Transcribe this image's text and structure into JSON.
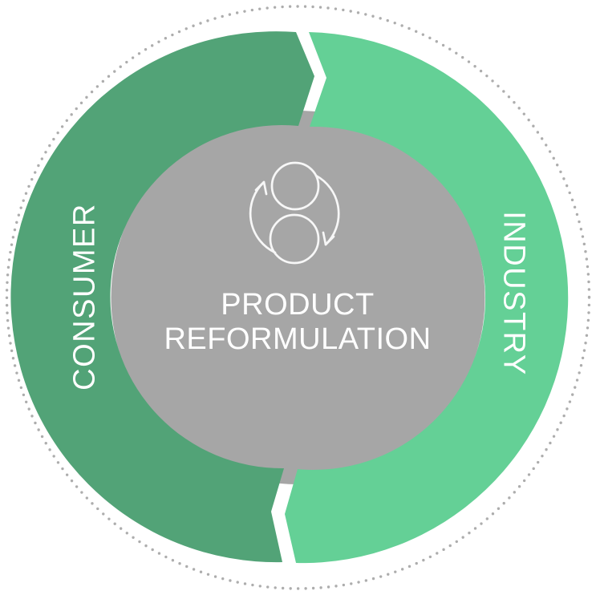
{
  "diagram": {
    "title": {
      "line1": "PRODUCT",
      "line2": "REFORMULATION"
    },
    "center_circle_color": "#A6A6A6",
    "text_color": "#FFFFFF",
    "outer_ring_color": "#ADADAD",
    "icon": "cycle-arrows-icon",
    "flow_direction": "clockwise",
    "segments": [
      {
        "id": "consumer",
        "label": "CONSUMER",
        "position": "left",
        "color": "#52A377"
      },
      {
        "id": "industry",
        "label": "INDUSTRY",
        "position": "right",
        "color": "#64D096"
      }
    ]
  }
}
